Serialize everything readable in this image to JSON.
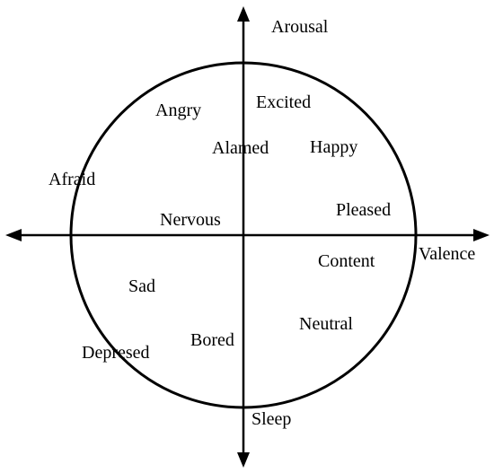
{
  "axes": {
    "vertical_label": "Arousal",
    "vertical_bottom_label": "Sleep",
    "horizontal_label": "Valence"
  },
  "emotions": {
    "angry": "Angry",
    "excited": "Excited",
    "alamed": "Alamed",
    "happy": "Happy",
    "afraid": "Afraid",
    "pleased": "Pleased",
    "nervous": "Nervous",
    "content": "Content",
    "sad": "Sad",
    "neutral": "Neutral",
    "bored": "Bored",
    "depresed": "Depresed"
  }
}
